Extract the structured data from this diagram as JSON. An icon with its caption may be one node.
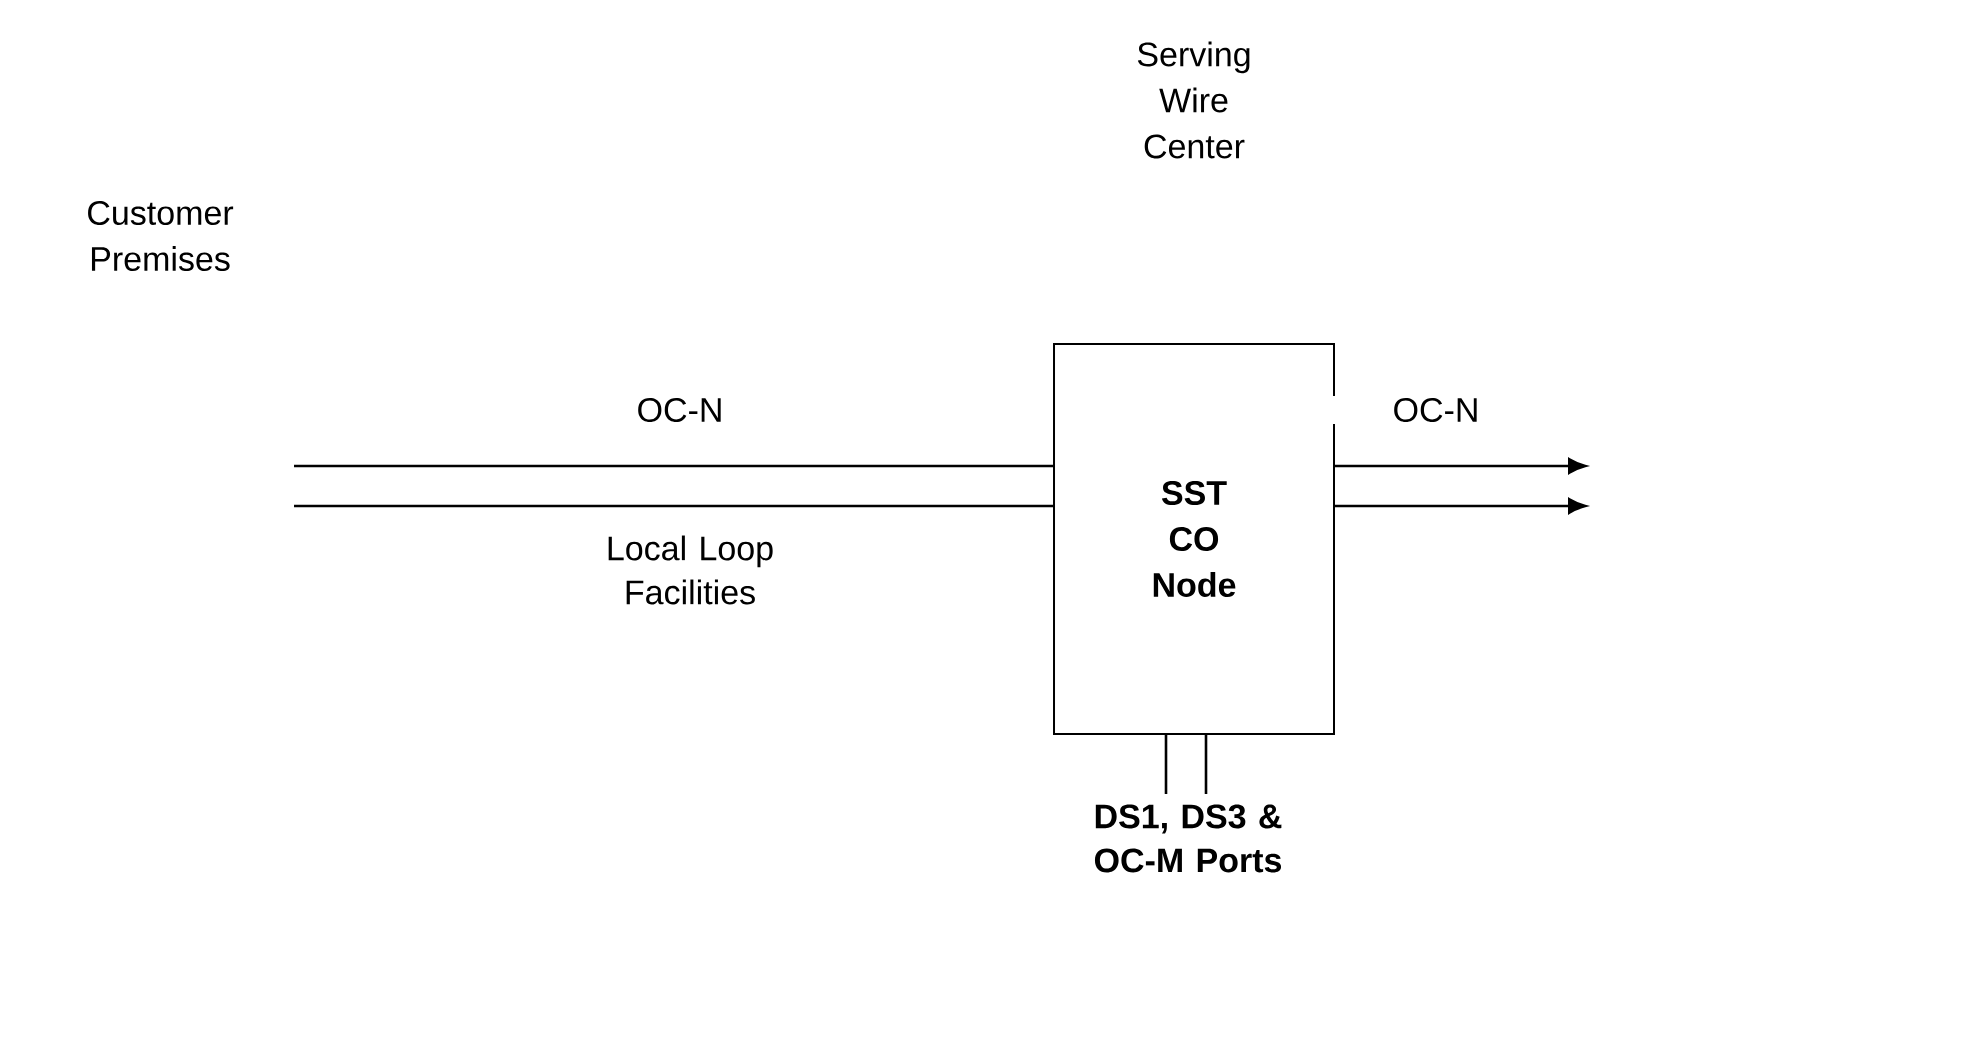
{
  "diagram": {
    "nodes": [
      {
        "text": [
          "SST CO Node"
        ]
      },
      {
        "text": [
          "DS1, DS3 & OC-M Ports"
        ]
      }
    ],
    "edges": [
      {
        "from": null,
        "to": 0,
        "arrow": "none",
        "label": "OC-N"
      },
      {
        "from": null,
        "to": 0,
        "arrow": "none",
        "label": "Local Loop Facilities"
      },
      {
        "from": 0,
        "to": null,
        "arrow": "to",
        "label": "OC-N"
      },
      {
        "from": 0,
        "to": null,
        "arrow": "to"
      },
      {
        "from": 0,
        "to": 1,
        "arrow": "none"
      },
      {
        "from": 0,
        "to": 1,
        "arrow": "none"
      }
    ],
    "labels": [
      "Serving Wire Center",
      "Customer Premises"
    ]
  }
}
